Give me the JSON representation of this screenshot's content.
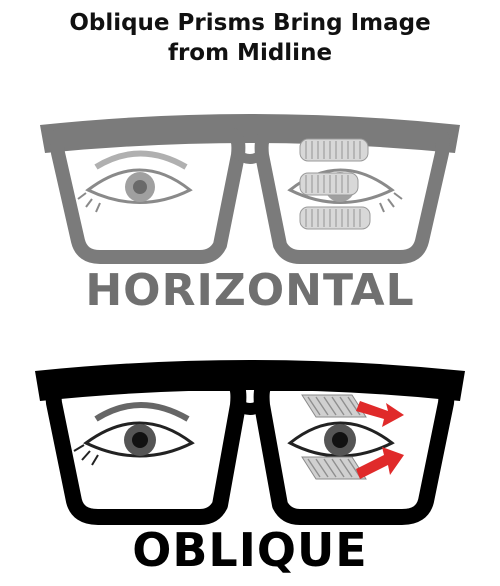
{
  "title_line_1": "Oblique Prisms Bring Image",
  "title_line_2": "from Midline",
  "panel_top": {
    "label": "HORIZONTAL",
    "color": "#707070"
  },
  "panel_bottom": {
    "label": "OBLIQUE",
    "color": "#000000",
    "arrow_color": "#e02a2a"
  }
}
